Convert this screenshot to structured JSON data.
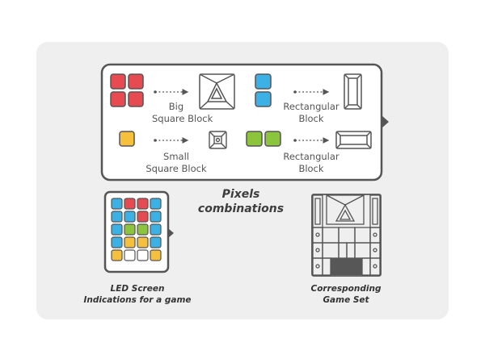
{
  "labels": {
    "big_square_line1": "Big",
    "big_square_line2": "Square Block",
    "rect_top_line1": "Rectangular",
    "rect_top_line2": "Block",
    "small_square_line1": "Small",
    "small_square_line2": "Square Block",
    "rect_bottom_line1": "Rectangular",
    "rect_bottom_line2": "Block"
  },
  "pixels_combinations": {
    "line1": "Pixels",
    "line2": "combinations"
  },
  "led_caption": {
    "line1": "LED Screen",
    "line2": "Indications for a game"
  },
  "game_set_caption": {
    "line1": "Corresponding",
    "line2": "Game Set"
  },
  "colors": {
    "red": "#e84a52",
    "blue": "#3bb1e6",
    "yellow": "#f6c03c",
    "green": "#8cc43c",
    "white": "#ffffff",
    "outline": "#555555",
    "dark_fill": "#575757"
  },
  "led_grid": [
    [
      "blue",
      "red",
      "red",
      "blue"
    ],
    [
      "blue",
      "blue",
      "red",
      "blue"
    ],
    [
      "blue",
      "green",
      "green",
      "blue"
    ],
    [
      "blue",
      "yellow",
      "yellow",
      "blue"
    ],
    [
      "yellow",
      "white",
      "white",
      "yellow"
    ]
  ]
}
